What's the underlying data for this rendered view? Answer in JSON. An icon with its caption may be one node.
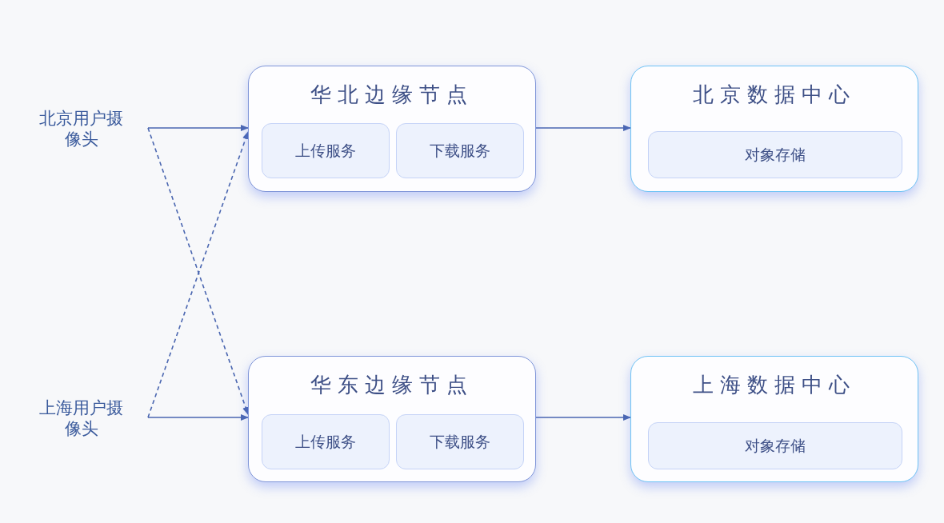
{
  "diagram": {
    "nodes": [
      {
        "text": [
          "北京用户摄像头"
        ]
      },
      {
        "text": [
          "华北边缘节点"
        ]
      },
      {
        "text": [
          "上传服务"
        ],
        "in": 1
      },
      {
        "text": [
          "下载服务"
        ],
        "in": 1
      },
      {
        "text": [
          "北京数据中心"
        ]
      },
      {
        "text": [
          "对象存储"
        ],
        "in": 4
      },
      {
        "text": [
          "上海用户摄像头"
        ]
      },
      {
        "text": [
          "华东边缘节点"
        ]
      },
      {
        "text": [
          "上传服务"
        ],
        "in": 7
      },
      {
        "text": [
          "下载服务"
        ],
        "in": 7
      },
      {
        "text": [
          "上海数据中心"
        ]
      },
      {
        "text": [
          "对象存储"
        ],
        "in": 10
      }
    ],
    "edges": [
      {
        "from": 0,
        "to": 1,
        "arrow": "to"
      },
      {
        "from": 0,
        "to": 7,
        "arrow": "to",
        "style": "dashed"
      },
      {
        "from": 6,
        "to": 1,
        "arrow": "to",
        "style": "dashed"
      },
      {
        "from": 6,
        "to": 7,
        "arrow": "to"
      },
      {
        "from": 1,
        "to": 4,
        "arrow": "to"
      },
      {
        "from": 7,
        "to": 10,
        "arrow": "to"
      }
    ]
  }
}
